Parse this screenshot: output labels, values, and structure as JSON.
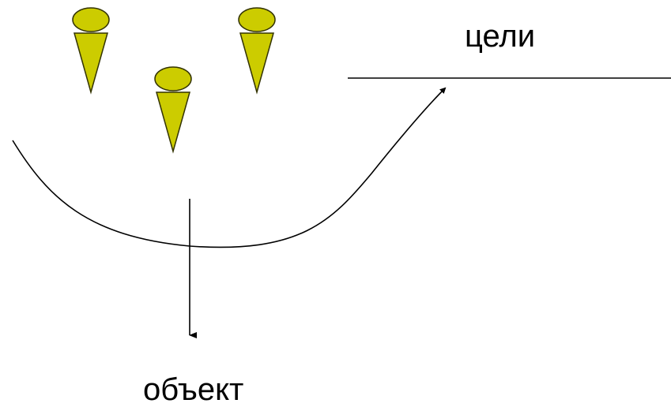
{
  "labels": {
    "goals": "цели",
    "object": "объект"
  },
  "colors": {
    "figure_fill": "#cccc00",
    "figure_stroke": "#333300",
    "line": "#000000",
    "background": "#ffffff"
  },
  "figures": [
    {
      "name": "figure-left"
    },
    {
      "name": "figure-middle"
    },
    {
      "name": "figure-right"
    }
  ]
}
